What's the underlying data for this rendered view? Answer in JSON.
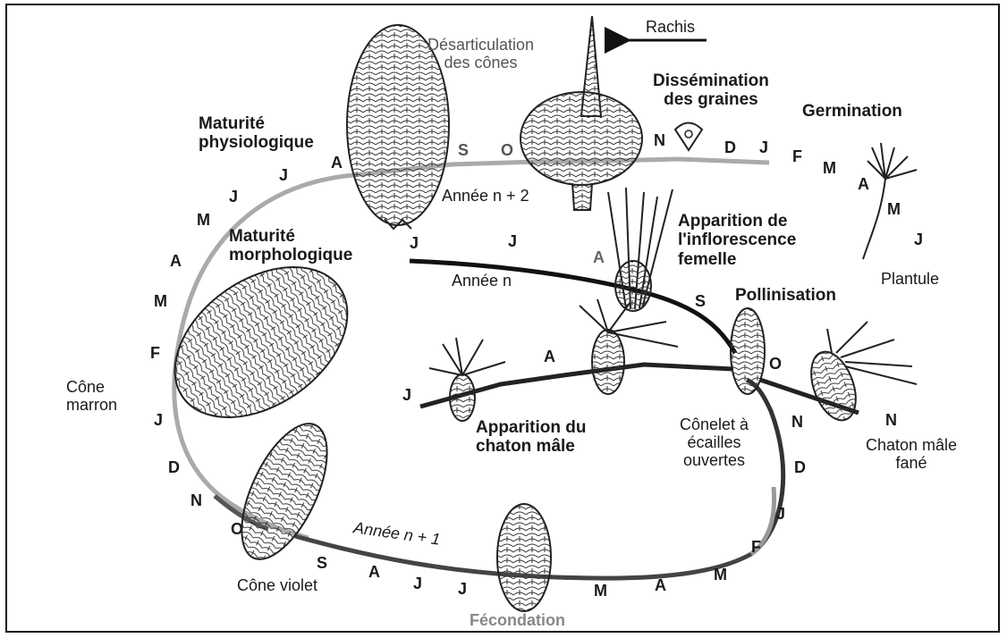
{
  "labels": {
    "rachis": "Rachis",
    "desarticulation": "Désarticulation\ndes cônes",
    "dissemination": "Dissémination\ndes graines",
    "germination": "Germination",
    "maturite_physio": "Maturité\nphysiologique",
    "maturite_morpho": "Maturité\nmorphologique",
    "annee_n2": "Année n + 2",
    "annee_n": "Année n",
    "annee_n1": "Année n + 1",
    "apparition_inflo": "Apparition de\nl'inflorescence\nfemelle",
    "pollinisation": "Pollinisation",
    "plantule": "Plantule",
    "apparition_chaton": "Apparition du\nchaton mâle",
    "conelet": "Cônelet à\nécailles\nouvertes",
    "chaton_fane": "Chaton mâle\nfané",
    "cone_marron": "Cône\nmarron",
    "cone_violet": "Cône violet",
    "fecondation": "Fécondation"
  },
  "months": {
    "top_S": "S",
    "top_O": "O",
    "top_N": "N",
    "top_D": "D",
    "top_J": "J",
    "top_F": "F",
    "top_M": "M",
    "top_A": "A",
    "top_M2": "M",
    "top_J2": "J",
    "left_A": "A",
    "left_J": "J",
    "left_J2": "J",
    "left_M": "M",
    "left_A2": "A",
    "left_M2": "M",
    "left_F": "F",
    "left_J3": "J",
    "left_D": "D",
    "left_N": "N",
    "left_O": "O",
    "mid_J1": "J",
    "mid_J2": "J",
    "mid_A": "A",
    "mid_S": "S",
    "mid_O": "O",
    "mid_N": "N",
    "mid_N2": "N",
    "mid_D": "D",
    "mid_J3": "J",
    "mid_F": "F",
    "mid_M": "M",
    "mid_A2": "A",
    "mid_M2": "M",
    "bot_J": "J",
    "bot_J2": "J",
    "bot_A": "A",
    "bot_S": "S",
    "chaton_J": "J",
    "chaton_A": "A"
  }
}
